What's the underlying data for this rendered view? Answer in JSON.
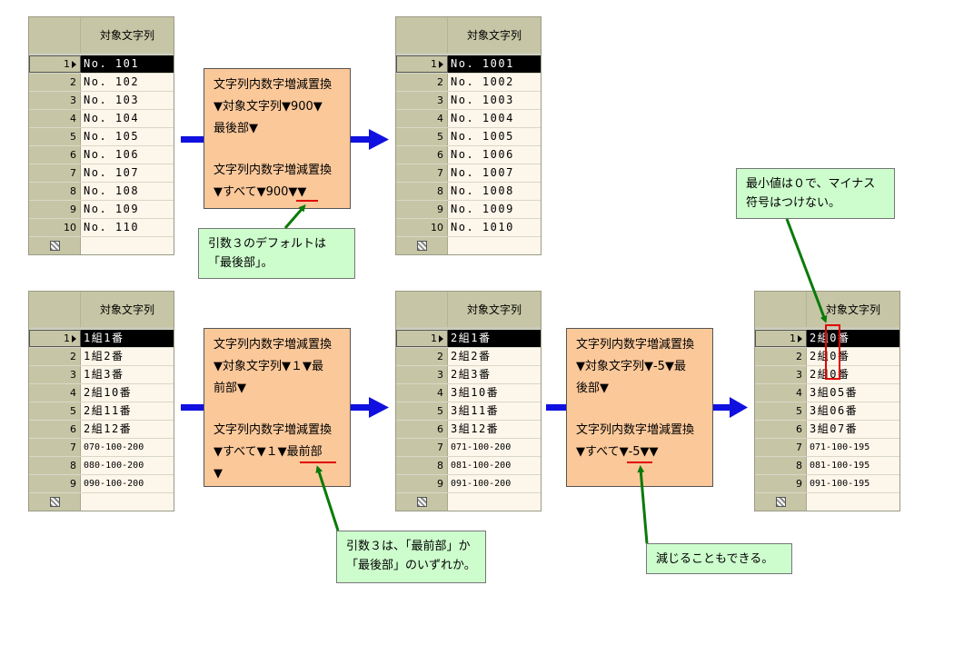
{
  "column_header": "対象文字列",
  "tables": [
    {
      "rows": [
        "No. 101",
        "No. 102",
        "No. 103",
        "No. 104",
        "No. 105",
        "No. 106",
        "No. 107",
        "No. 108",
        "No. 109",
        "No. 110"
      ]
    },
    {
      "rows": [
        "No. 1001",
        "No. 1002",
        "No. 1003",
        "No. 1004",
        "No. 1005",
        "No. 1006",
        "No. 1007",
        "No. 1008",
        "No. 1009",
        "No. 1010"
      ]
    },
    {
      "rows": [
        "1組1番",
        "1組2番",
        "1組3番",
        "2組10番",
        "2組11番",
        "2組12番",
        "070-100-200",
        "080-100-200",
        "090-100-200"
      ]
    },
    {
      "rows": [
        "2組1番",
        "2組2番",
        "2組3番",
        "3組10番",
        "3組11番",
        "3組12番",
        "071-100-200",
        "081-100-200",
        "091-100-200"
      ]
    },
    {
      "rows": [
        "2組0番",
        "2組0番",
        "2組0番",
        "3組05番",
        "3組06番",
        "3組07番",
        "071-100-195",
        "081-100-195",
        "091-100-195"
      ]
    }
  ],
  "commands": [
    {
      "lines_a": [
        "文字列内数字増減置換",
        "▼対象文字列▼900▼",
        "最後部▼"
      ],
      "lines_b": [
        "文字列内数字増減置換",
        "▼すべて▼900▼▼"
      ]
    },
    {
      "lines_a": [
        "文字列内数字増減置換",
        "▼対象文字列▼１▼最",
        "前部▼"
      ],
      "lines_b": [
        "文字列内数字増減置換",
        "▼すべて▼１▼最前部",
        "▼"
      ]
    },
    {
      "lines_a": [
        "文字列内数字増減置換",
        "▼対象文字列▼-5▼最",
        "後部▼"
      ],
      "lines_b": [
        "文字列内数字増減置換",
        "▼すべて▼-5▼▼"
      ]
    }
  ],
  "notes": [
    {
      "lines": [
        "引数３のデフォルトは",
        "「最後部」。"
      ]
    },
    {
      "lines": [
        "引数３は、「最前部」か",
        "「最後部」のいずれか。"
      ]
    },
    {
      "lines": [
        "減じることもできる。"
      ]
    },
    {
      "lines": [
        "最小値は０で、マイナス",
        "符号はつけない。"
      ]
    }
  ],
  "colors": {
    "arrow": "#1010e0",
    "callout_arrow": "#0a7a0a",
    "highlight": "#e00000",
    "command_bg": "#fbc89a",
    "note_bg": "#cdfdcd"
  }
}
